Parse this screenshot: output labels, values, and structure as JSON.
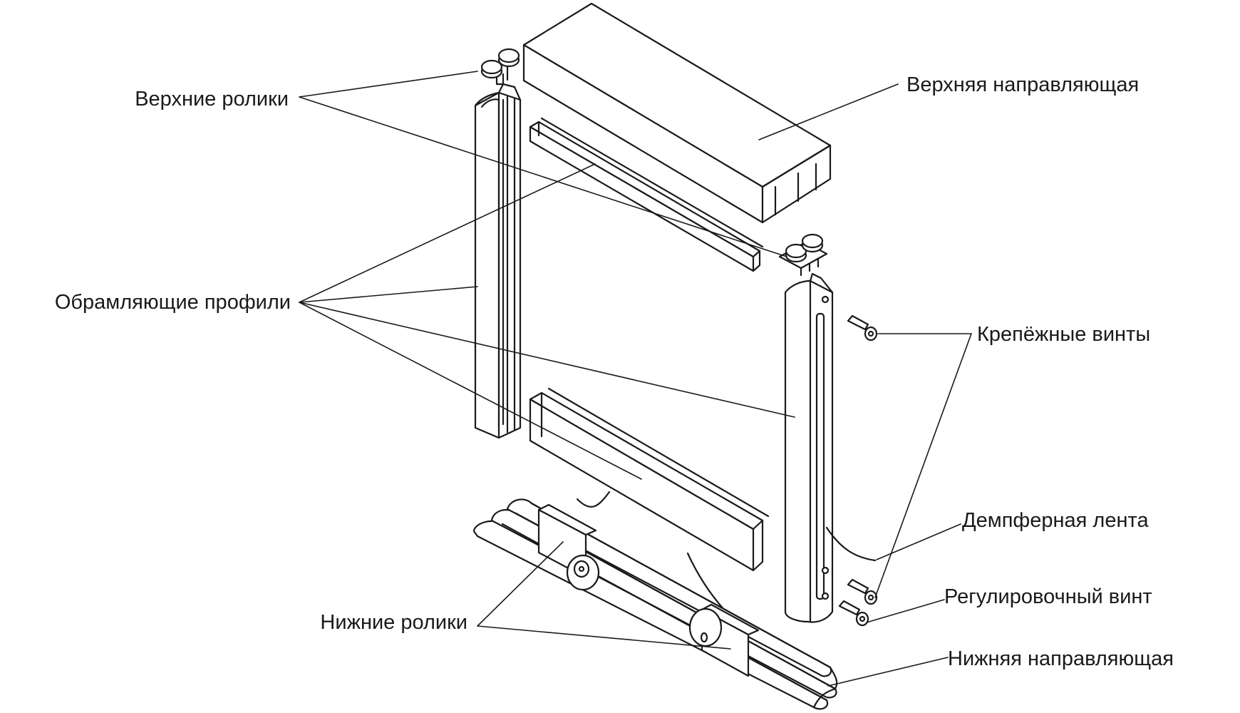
{
  "diagram": {
    "labels": {
      "upper_rollers": "Верхние ролики",
      "upper_rail": "Верхняя направляющая",
      "framing_profiles": "Обрамляющие профили",
      "fixing_screws": "Крепёжные винты",
      "damper_tape": "Демпферная лента",
      "adjusting_screw": "Регулировочный винт",
      "lower_rollers": "Нижние ролики",
      "lower_rail": "Нижняя направляющая"
    },
    "colors": {
      "stroke": "#1a1a1a",
      "background": "#ffffff"
    }
  }
}
